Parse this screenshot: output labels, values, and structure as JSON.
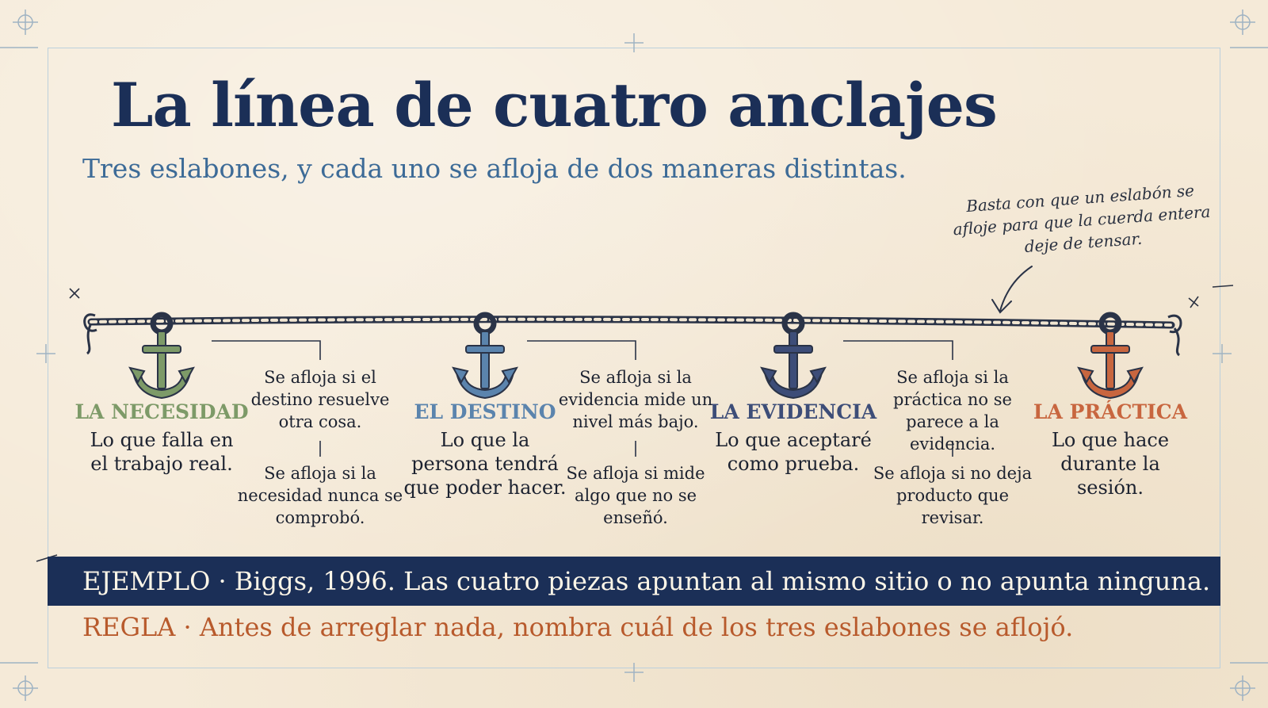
{
  "title": "La línea de cuatro anclajes",
  "subtitle": "Tres eslabones, y cada uno se afloja de dos maneras distintas.",
  "note": "Basta con que un eslabón se afloje para que la cuerda entera deje de tensar.",
  "anchors": [
    {
      "name": "LA NECESIDAD",
      "description": "Lo que falla en el trabajo real.",
      "color": "#7d9a68"
    },
    {
      "name": "EL DESTINO",
      "description": "Lo que la persona tendrá que poder hacer.",
      "color": "#5b84ad"
    },
    {
      "name": "LA EVIDENCIA",
      "description": "Lo que aceptaré como prueba.",
      "color": "#3d4d78"
    },
    {
      "name": "LA PRÁCTICA",
      "description": "Lo que hace durante la sesión.",
      "color": "#c8663f"
    }
  ],
  "links": [
    {
      "top": "Se afloja si el destino resuelve otra cosa.",
      "bottom": "Se afloja si la necesidad nunca se comprobó."
    },
    {
      "top": "Se afloja si la evidencia mide un nivel más bajo.",
      "bottom": "Se afloja si mide algo que no se enseñó."
    },
    {
      "top": "Se afloja si la práctica no se parece a la evidencia.",
      "bottom": "Se afloja si no deja producto que revisar."
    }
  ],
  "banner": "EJEMPLO · Biggs, 1996. Las cuatro piezas apuntan al mismo sitio o no apunta ninguna.",
  "rule": "REGLA · Antes de arreglar nada, nombra cuál de los tres eslabones se aflojó.",
  "colors": {
    "navy": "#1b2f57",
    "blue": "#3d6b97",
    "rule": "#b85a2c",
    "paper": "#f5ead8"
  }
}
